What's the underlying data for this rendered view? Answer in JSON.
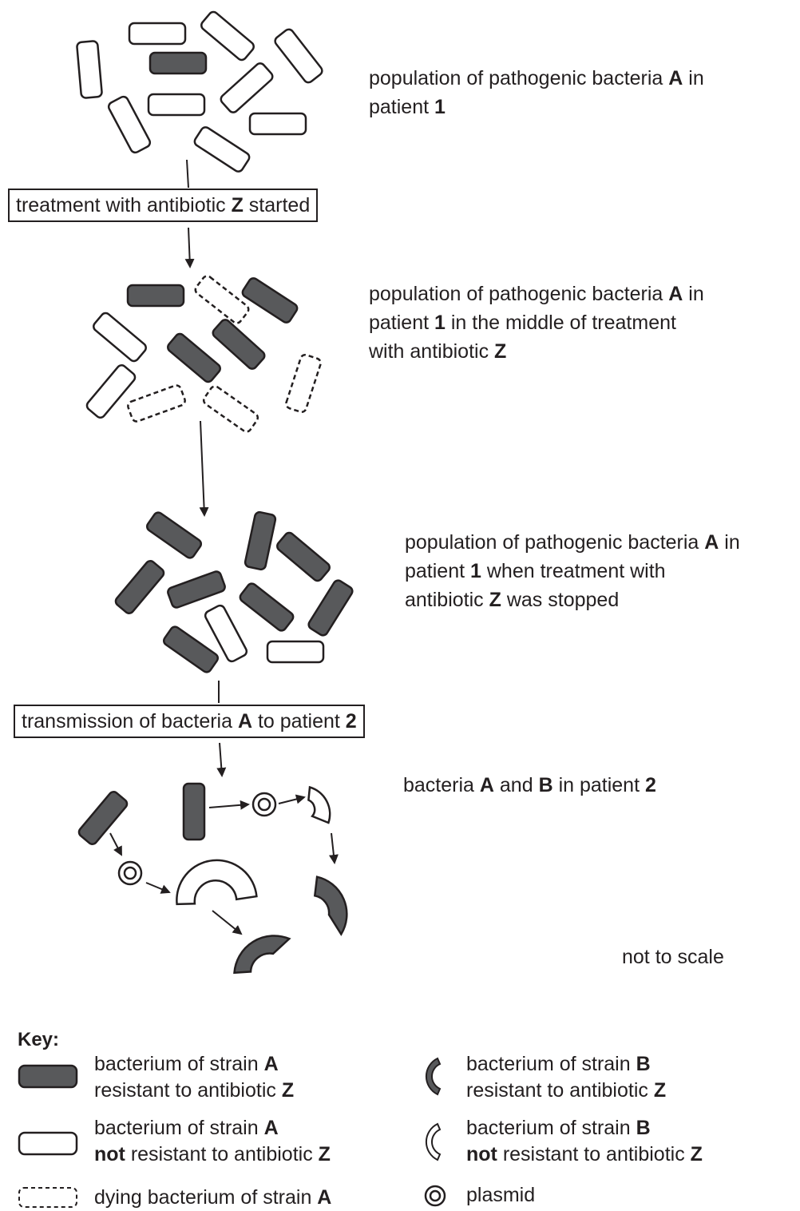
{
  "colors": {
    "resistant": "#58595b",
    "outline": "#231f20",
    "background": "#ffffff"
  },
  "labels": {
    "stage1": {
      "t1": "population of pathogenic bacteria ",
      "b1": "A",
      "t2": " in",
      "t3": "patient ",
      "b2": "1"
    },
    "box1": {
      "t1": "treatment with antibiotic ",
      "b1": "Z",
      "t2": " started"
    },
    "stage2": {
      "t1": "population of pathogenic bacteria ",
      "b1": "A",
      "t2": " in",
      "t3": "patient ",
      "b2": "1",
      "t4": " in the middle of treatment",
      "t5": "with antibiotic ",
      "b3": "Z"
    },
    "stage3": {
      "t1": "population of pathogenic bacteria ",
      "b1": "A",
      "t2": " in",
      "t3": "patient ",
      "b2": "1",
      "t4": " when treatment with",
      "b3": "Z",
      "t5": "antibiotic ",
      "t6": " was stopped"
    },
    "box2": {
      "t1": "transmission of bacteria ",
      "b1": "A",
      "t2": " to patient ",
      "b2": "2"
    },
    "stage4": {
      "t1": "bacteria ",
      "b1": "A",
      "t2": " and ",
      "b2": "B",
      "t3": " in patient ",
      "b3": "2"
    },
    "scale_note": "not to scale"
  },
  "key": {
    "title": "Key:",
    "items": [
      {
        "icon": "resistant-strain-a-icon",
        "line1": "bacterium of strain ",
        "bold1": "A",
        "line2": "resistant to antibiotic ",
        "bold2": "Z",
        "prefix2": ""
      },
      {
        "icon": "not-resistant-strain-a-icon",
        "line1": "bacterium of strain ",
        "bold1": "A",
        "prefix2": "not",
        "line2": " resistant to antibiotic ",
        "bold2": "Z"
      },
      {
        "icon": "dying-strain-a-icon",
        "line1": "dying bacterium of strain ",
        "bold1": "A"
      },
      {
        "icon": "resistant-strain-b-icon",
        "line1": "bacterium of strain ",
        "bold1": "B",
        "line2": "resistant to antibiotic ",
        "bold2": "Z",
        "prefix2": ""
      },
      {
        "icon": "not-resistant-strain-b-icon",
        "line1": "bacterium of strain ",
        "bold1": "B",
        "prefix2": "not",
        "line2": " resistant to antibiotic ",
        "bold2": "Z"
      },
      {
        "icon": "plasmid-icon",
        "line1": "plasmid"
      }
    ]
  }
}
